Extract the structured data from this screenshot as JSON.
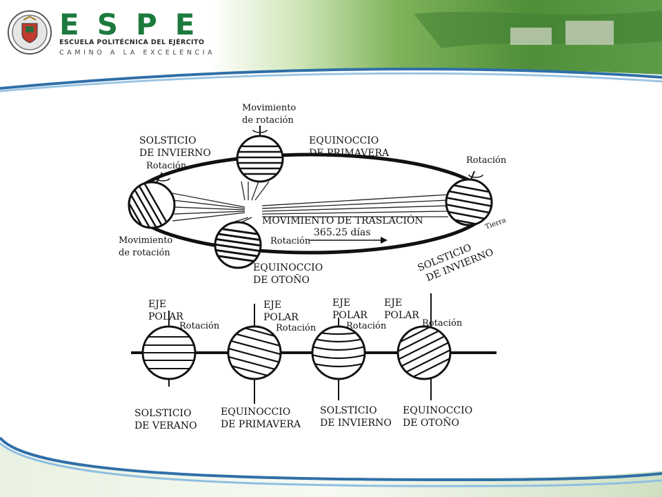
{
  "header": {
    "brand": "ESPE",
    "subtitle": "ESCUELA POLITÉCNICA DEL EJÉRCITO",
    "motto": "CAMINO A LA EXCELENCIA"
  },
  "diagram": {
    "top_label": [
      "Movimiento",
      "de rotación"
    ],
    "left_label": [
      "SOLSTICIO",
      "DE INVIERNO"
    ],
    "left_rotation": "Rotación",
    "primavera_label": [
      "EQUINOCCIO",
      "DE PRIMAVERA"
    ],
    "right_rotation": "Rotación",
    "left_bottom_label": [
      "Movimiento",
      "de rotación"
    ],
    "traslacion_label": "MOVIMIENTO DE TRASLACIÓN",
    "traslacion_days": "365.25  días",
    "bottom_rotation": "Rotación",
    "otono_label": [
      "EQUINOCCIO",
      "DE OTOÑO"
    ],
    "right_solsticio": [
      "SOLSTICIO",
      "DE INVIERNO"
    ],
    "tierra": "Tierra",
    "lower": [
      {
        "axis": [
          "EJE",
          "POLAR"
        ],
        "rotation": "Rotación",
        "caption": [
          "SOLSTICIO",
          "DE VERANO"
        ]
      },
      {
        "axis": [
          "EJE",
          "POLAR"
        ],
        "rotation": "Rotación",
        "caption": [
          "EQUINOCCIO",
          "DE PRIMAVERA"
        ]
      },
      {
        "axis": [
          "EJE",
          "POLAR"
        ],
        "rotation": "Rotación",
        "caption": [
          "SOLSTICIO",
          "DE INVIERNO"
        ]
      },
      {
        "axis": [
          "EJE",
          "POLAR"
        ],
        "rotation": "Rotación",
        "caption": [
          "EQUINOCCIO",
          "DE OTOÑO"
        ]
      }
    ]
  },
  "colors": {
    "brand_green": "#1d7a3e",
    "accent_blue": "#2f6fa8",
    "ink": "#111111"
  },
  "icons": {
    "seal": "university-seal-icon"
  }
}
